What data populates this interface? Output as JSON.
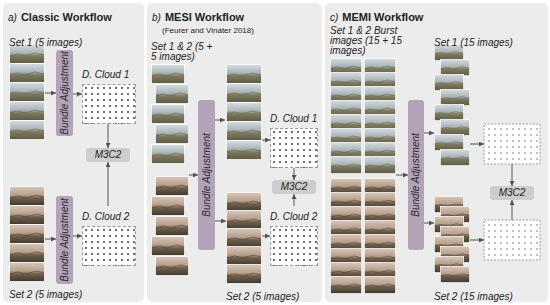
{
  "diagram": {
    "nodes": [
      {
        "text": [
          "a)",
          "Classic Workflow"
        ]
      },
      {
        "text": [
          "Set 1 (5 images)"
        ],
        "in": 0
      },
      {
        "text": [
          "Bundle Adjustment"
        ],
        "in": 0
      },
      {
        "text": [
          "D. Cloud 1"
        ],
        "in": 0
      },
      {
        "text": [
          "M3C2"
        ],
        "in": 0
      },
      {
        "text": [
          "D. Cloud 2"
        ],
        "in": 0
      },
      {
        "text": [
          "Bundle Adjustment"
        ],
        "in": 0
      },
      {
        "text": [
          "Set 2 (5 images)"
        ],
        "in": 0
      },
      {
        "text": [
          "b)",
          "MESI Workflow",
          "(Feurer and Vinater 2018)"
        ]
      },
      {
        "text": [
          "Set 1 & 2 (5 + 5 images)"
        ],
        "in": 8
      },
      {
        "text": [
          "Bundle Adjustment"
        ],
        "in": 8
      },
      {
        "text": [
          "D. Cloud 1"
        ],
        "in": 8
      },
      {
        "text": [
          "M3C2"
        ],
        "in": 8
      },
      {
        "text": [
          "D. Cloud 2"
        ],
        "in": 8
      },
      {
        "text": [
          "Set 2 (5 images)"
        ],
        "in": 8
      },
      {
        "text": [
          "c)",
          "MEMI Workflow"
        ]
      },
      {
        "text": [
          "Set 1 & 2 Burst images (15 + 15 images)"
        ],
        "in": 15
      },
      {
        "text": [
          "Set 1 (15 images)"
        ],
        "in": 15
      },
      {
        "text": [
          "Bundle Adjustment"
        ],
        "in": 15
      },
      {
        "text": [
          "M3C2"
        ],
        "in": 15
      },
      {
        "text": [
          "Set 2 (15 images)"
        ],
        "in": 15
      }
    ],
    "edges": [
      {
        "from": 1,
        "to": 2,
        "arrow": "to"
      },
      {
        "from": 2,
        "to": 3,
        "arrow": "to"
      },
      {
        "from": 3,
        "to": 4,
        "arrow": "to"
      },
      {
        "from": 7,
        "to": 6,
        "arrow": "to"
      },
      {
        "from": 6,
        "to": 5,
        "arrow": "to"
      },
      {
        "from": 5,
        "to": 4,
        "arrow": "to"
      },
      {
        "from": 9,
        "to": 10,
        "arrow": "to"
      },
      {
        "from": 10,
        "to": 14,
        "arrow": "to"
      },
      {
        "from": 14,
        "to": 13,
        "arrow": "to"
      },
      {
        "from": 11,
        "to": 12,
        "arrow": "to"
      },
      {
        "from": 13,
        "to": 12,
        "arrow": "to"
      },
      {
        "from": 16,
        "to": 18,
        "arrow": "to"
      },
      {
        "from": 18,
        "to": 17,
        "arrow": "to"
      },
      {
        "from": 18,
        "to": 20,
        "arrow": "to"
      }
    ]
  }
}
